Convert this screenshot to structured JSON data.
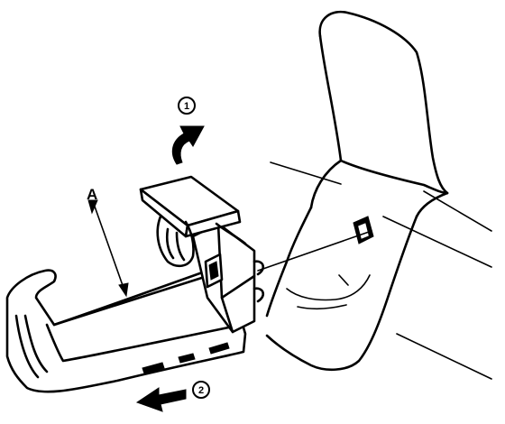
{
  "callouts": {
    "part_a": "A"
  },
  "steps": [
    {
      "number": "1"
    },
    {
      "number": "2"
    }
  ]
}
